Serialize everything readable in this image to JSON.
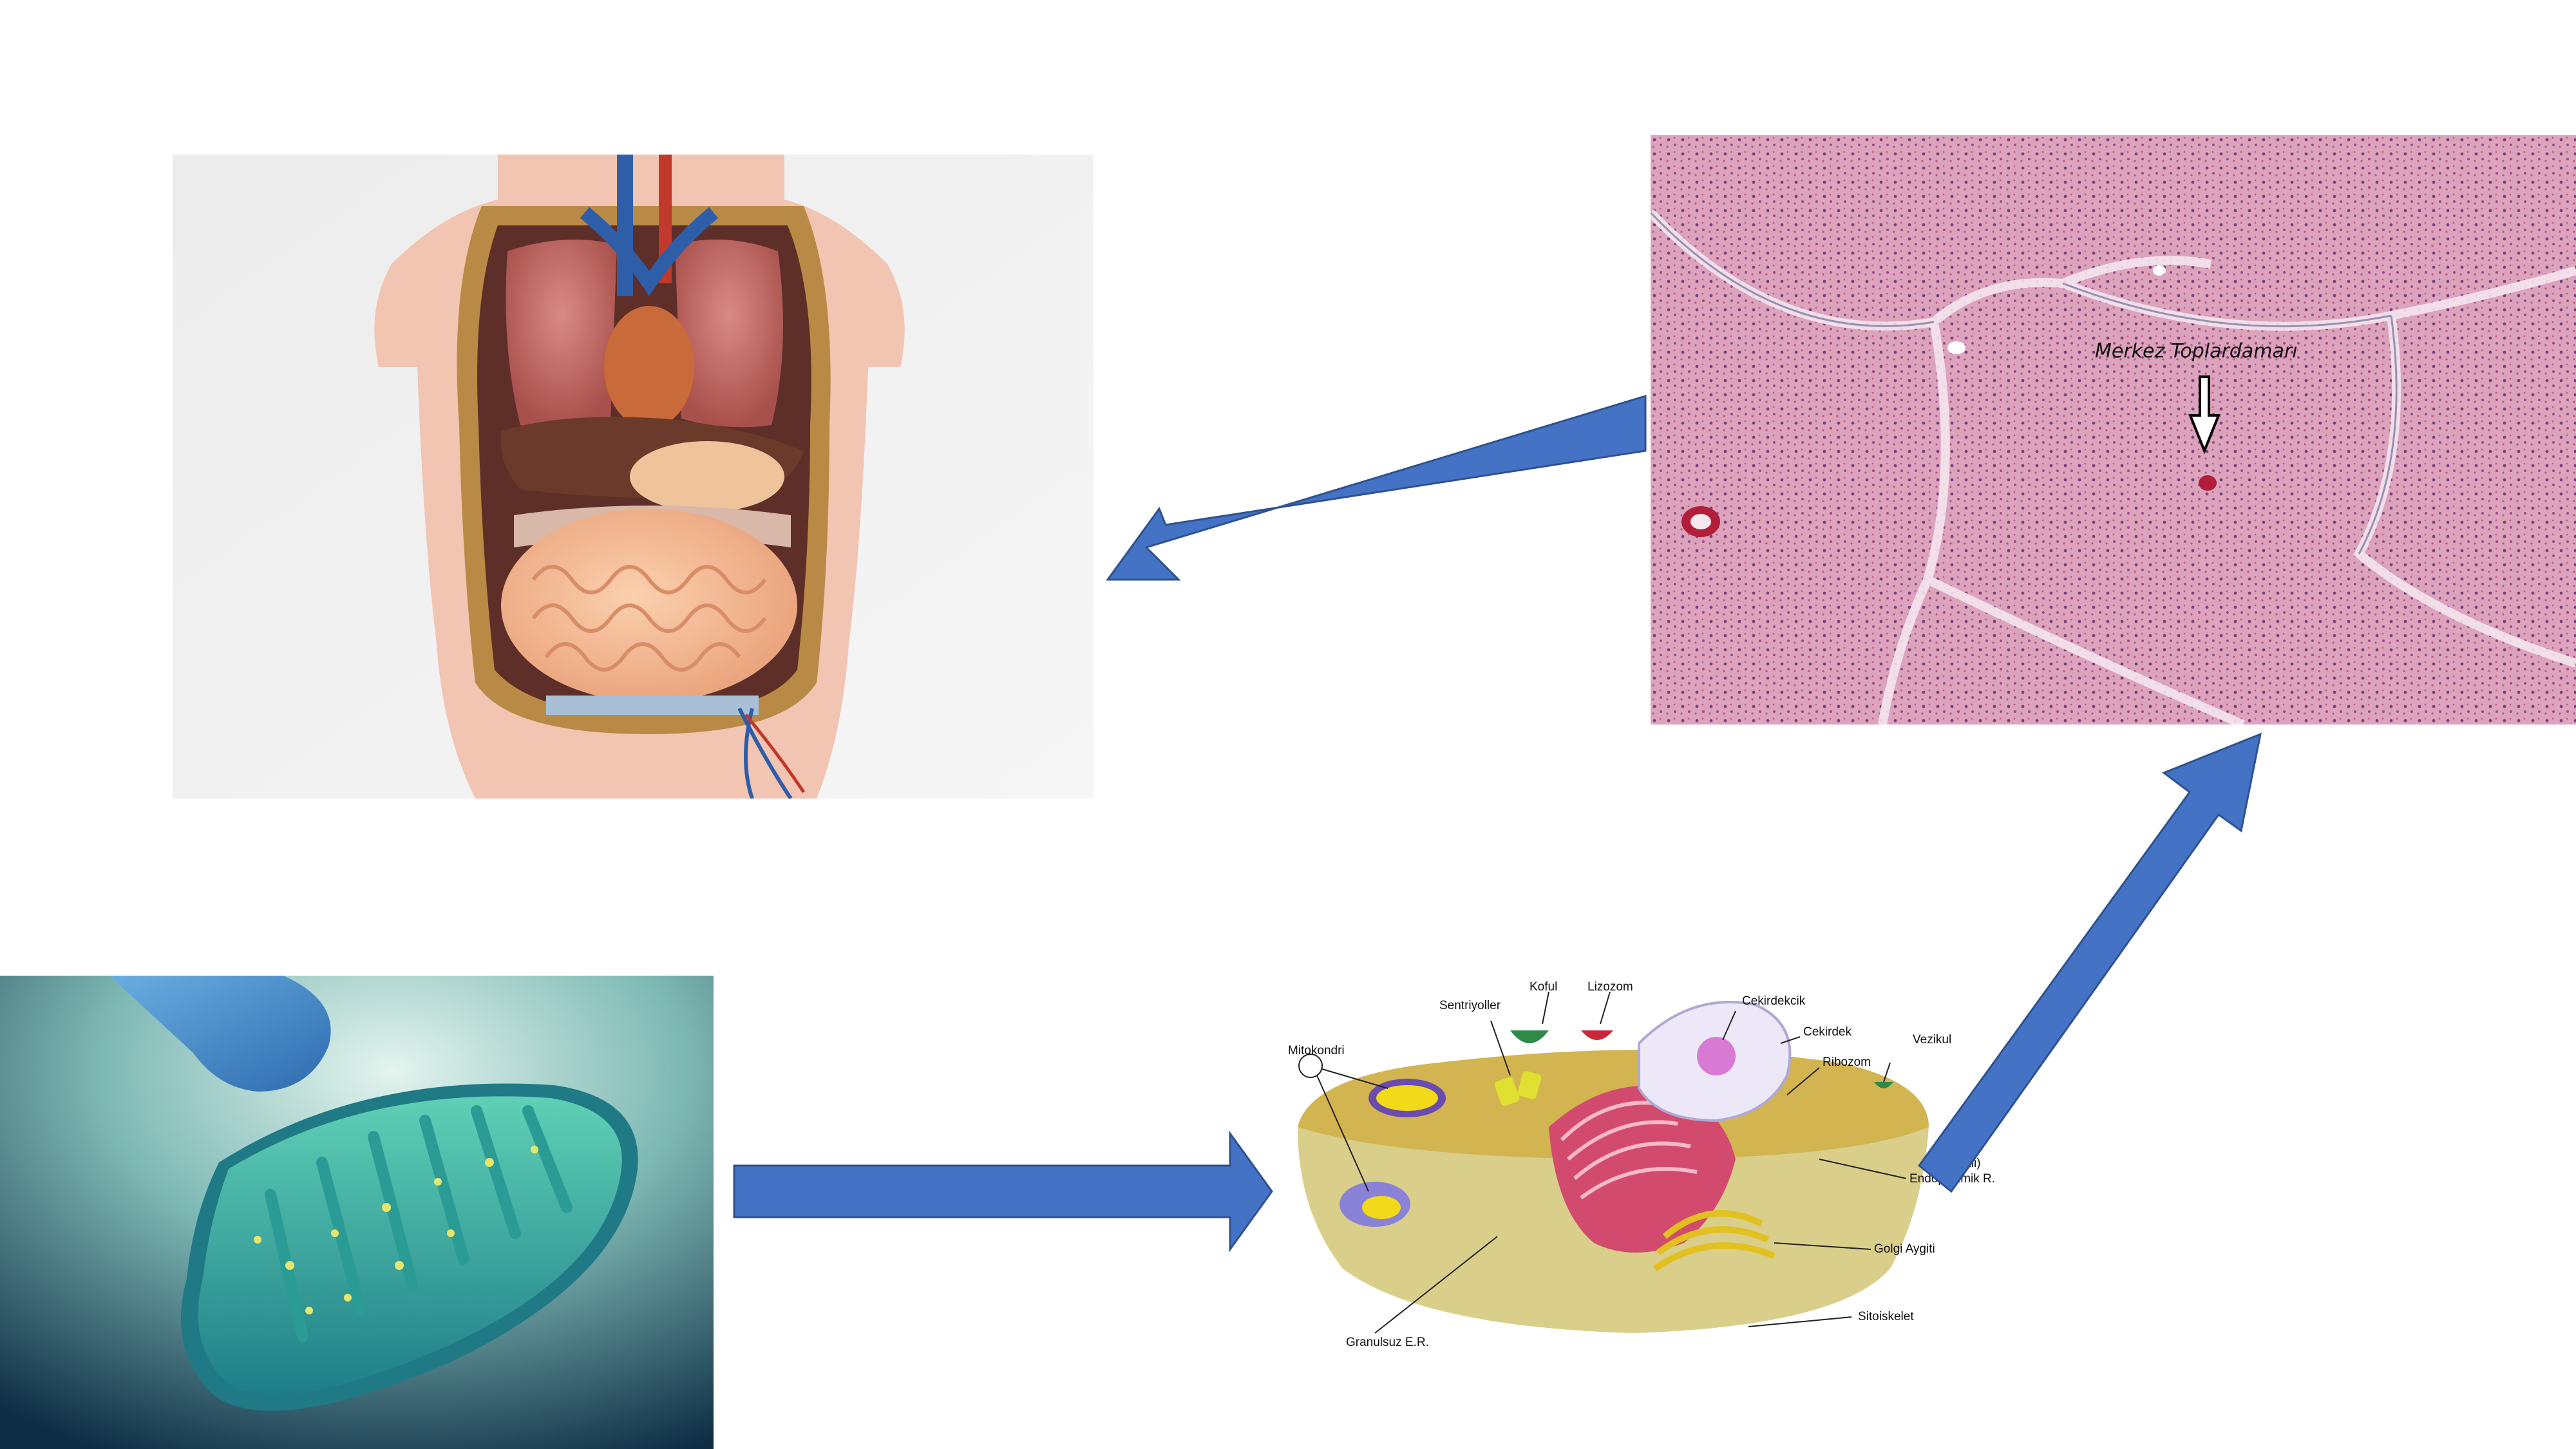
{
  "colors": {
    "arrow": "#4472c4",
    "arrow_edge": "#2f528f",
    "background": "#ffffff"
  },
  "panels": {
    "organ": {
      "name": "anatomical-torso-model"
    },
    "tissue": {
      "name": "liver-histology",
      "label": "Merkez Toplardamarı"
    },
    "mito": {
      "name": "mitochondrion-render"
    },
    "cell": {
      "name": "animal-cell-diagram",
      "labels": {
        "mitokondri": "Mitokondri",
        "sentriyoller": "Sentriyoller",
        "koful": "Koful",
        "lizozom": "Lizozom",
        "cekirdekcik": "Cekirdekcik",
        "cekirdek": "Cekirdek",
        "ribozom": "Ribozom",
        "vezikul": "Vezikul",
        "tanecikli": "(Tanecikli)",
        "endoplazmik": "Endoplazmik R.",
        "golgi": "Golgi Aygiti",
        "sitoiskelet": "Sitoiskelet",
        "granulsuz": "Granulsuz E.R."
      }
    }
  }
}
